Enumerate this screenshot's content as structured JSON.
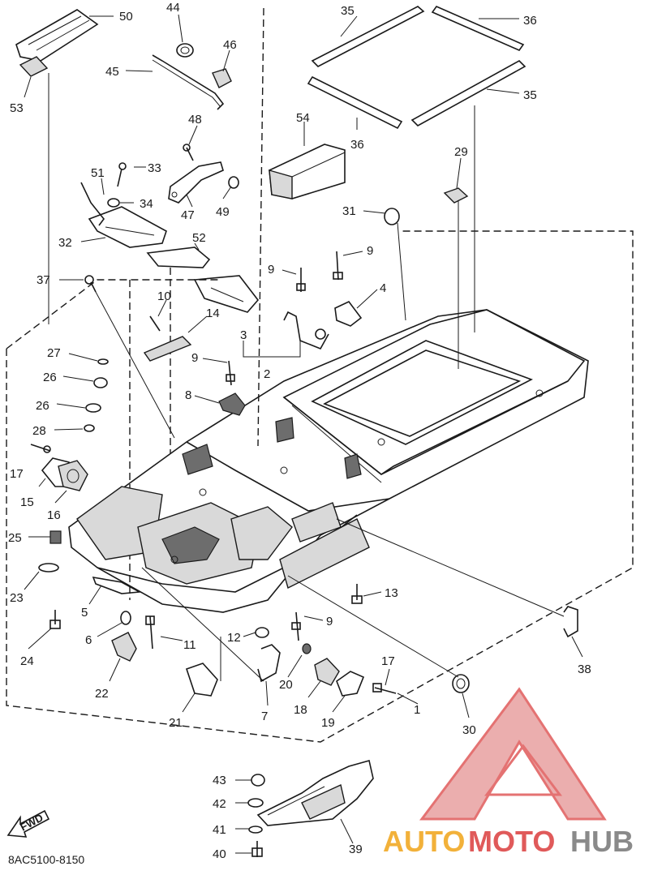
{
  "diagram": {
    "part_labels": [
      "1",
      "2",
      "3",
      "4",
      "5",
      "6",
      "7",
      "8",
      "9",
      "9",
      "9",
      "9",
      "10",
      "11",
      "12",
      "13",
      "14",
      "15",
      "16",
      "17",
      "17",
      "18",
      "19",
      "20",
      "21",
      "22",
      "23",
      "24",
      "25",
      "26",
      "26",
      "27",
      "28",
      "29",
      "30",
      "31",
      "32",
      "33",
      "34",
      "35",
      "35",
      "36",
      "36",
      "37",
      "38",
      "39",
      "40",
      "41",
      "42",
      "43",
      "44",
      "45",
      "46",
      "47",
      "48",
      "49",
      "50",
      "51",
      "52",
      "53",
      "54"
    ],
    "drawing_code": "8AC5100-8150",
    "fwd_label": "FWD",
    "colors": {
      "line": "#1a1a1a",
      "shade": "#d9d9d9",
      "watermark_red": "#e05a5a",
      "watermark_gold": "#f2b13a",
      "watermark_gray": "#8a8a8a"
    }
  },
  "watermark": {
    "part1": "AUTO",
    "part2": "MOTO",
    "part3": "HUB"
  }
}
